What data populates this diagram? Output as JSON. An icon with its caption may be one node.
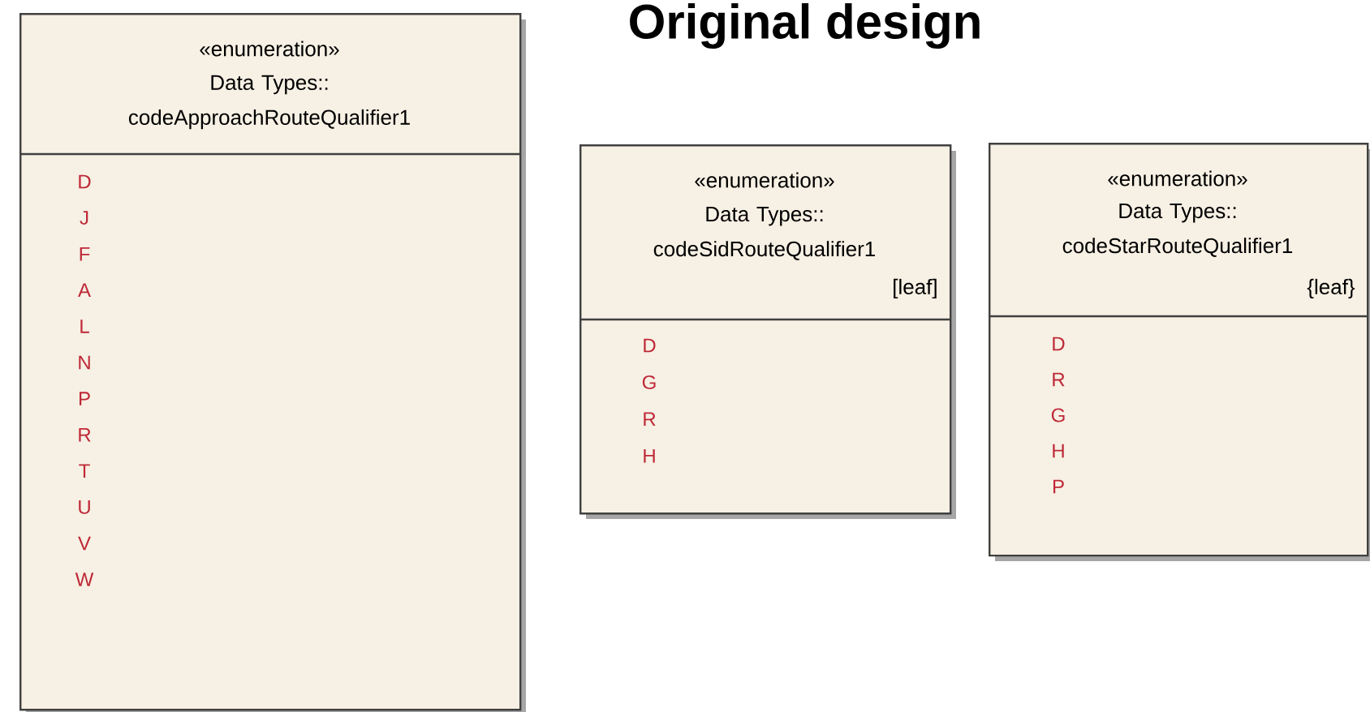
{
  "diagram": {
    "title": "Original design",
    "nodes": [
      {
        "text": [
          "«enumeration»",
          "Data Types:: codeApproachRouteQualifier1",
          "D",
          "J",
          "F",
          "A",
          "L",
          "N",
          "P",
          "R",
          "T",
          "U",
          "V",
          "W"
        ]
      },
      {
        "text": [
          "«enumeration»",
          "Data Types:: codeSidRouteQualifier1",
          "[leaf]",
          "D",
          "G",
          "R",
          "H"
        ]
      },
      {
        "text": [
          "«enumeration»",
          "Data Types:: codeStarRouteQualifier1",
          "{leaf}",
          "D",
          "R",
          "G",
          "H",
          "P"
        ]
      }
    ]
  }
}
